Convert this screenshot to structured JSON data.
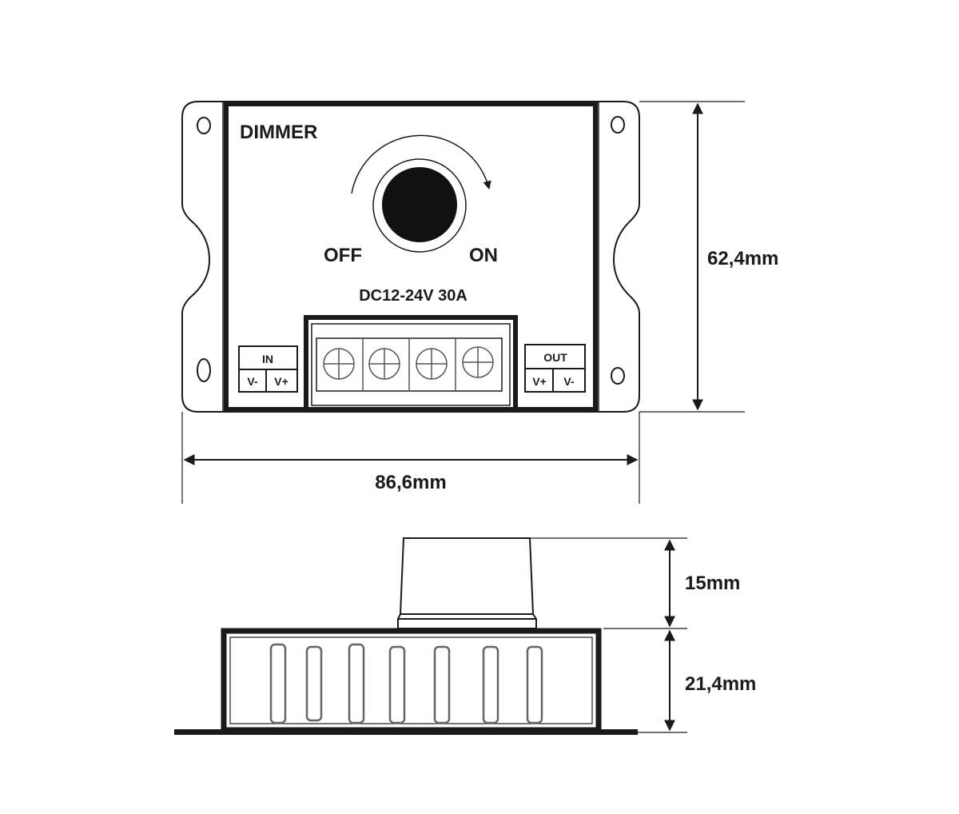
{
  "top_view": {
    "title": "DIMMER",
    "off_label": "OFF",
    "on_label": "ON",
    "rating": "DC12-24V 30A",
    "input_block": {
      "header": "IN",
      "terminals": [
        "V-",
        "V+"
      ]
    },
    "output_block": {
      "header": "OUT",
      "terminals": [
        "V+",
        "V-"
      ]
    },
    "screw_terminal_count": 4
  },
  "dimensions": {
    "width": "86,6mm",
    "height": "62,4mm",
    "knob_height": "15mm",
    "body_depth": "21,4mm"
  },
  "side_view": {
    "vent_slot_count": 7
  },
  "colors": {
    "ink": "#1a1a1a",
    "background": "#ffffff"
  }
}
